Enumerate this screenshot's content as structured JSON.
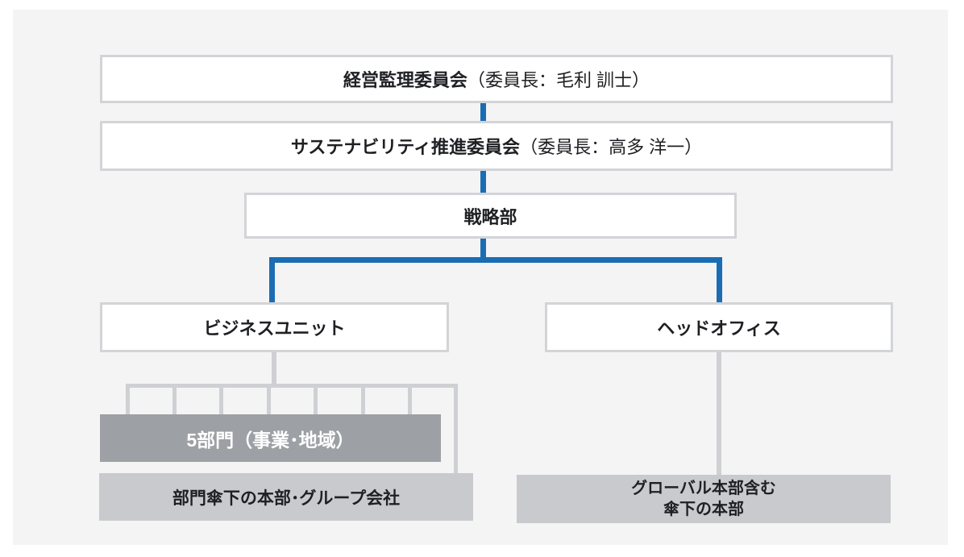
{
  "palette": {
    "panel_bg": "#f4f4f5",
    "box_bg": "#ffffff",
    "box_border": "#d3d4d7",
    "accent_blue": "#1b6db3",
    "connector_gray": "#cfd0d3",
    "dark_gray_box_bg": "#9da0a5",
    "light_gray_box_bg": "#c9cacd",
    "text_dark": "#1f2023",
    "text_white": "#ffffff"
  },
  "org_chart": {
    "level1": {
      "bold": "経営監理委員会",
      "detail": "（委員長：毛利 訓士）"
    },
    "level2": {
      "bold": "サステナビリティ推進委員会",
      "detail": "（委員長：高多 洋一）"
    },
    "level3": {
      "label": "戦略部"
    },
    "branch_left": {
      "label": "ビジネスユニット"
    },
    "branch_right": {
      "label": "ヘッドオフィス"
    },
    "departments": {
      "label": "5部門（事業･地域）"
    },
    "left_subordinate": {
      "label": "部門傘下の本部･グループ会社"
    },
    "right_subordinate": {
      "line1": "グローバル本部含む",
      "line2": "傘下の本部"
    }
  }
}
